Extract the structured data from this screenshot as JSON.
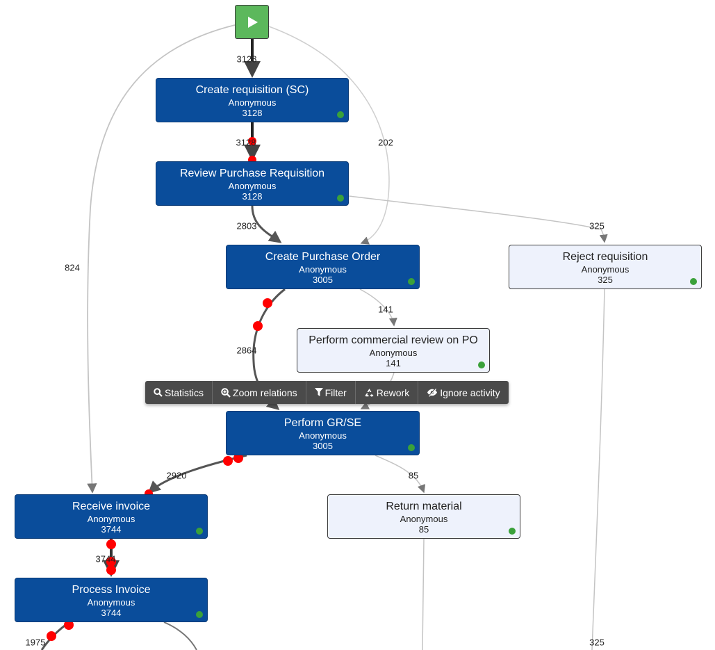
{
  "nodes": {
    "create_requisition": {
      "name": "Create requisition (SC)",
      "user": "Anonymous",
      "count": "3128"
    },
    "review_requisition": {
      "name": "Review Purchase Requisition",
      "user": "Anonymous",
      "count": "3128"
    },
    "create_po": {
      "name": "Create Purchase Order",
      "user": "Anonymous",
      "count": "3005"
    },
    "reject_requisition": {
      "name": "Reject requisition",
      "user": "Anonymous",
      "count": "325"
    },
    "commercial_review": {
      "name": "Perform commercial review on PO",
      "user": "Anonymous",
      "count": "141"
    },
    "perform_gr": {
      "name": "Perform GR/SE",
      "user": "Anonymous",
      "count": "3005"
    },
    "receive_invoice": {
      "name": "Receive invoice",
      "user": "Anonymous",
      "count": "3744"
    },
    "return_material": {
      "name": "Return material",
      "user": "Anonymous",
      "count": "85"
    },
    "process_invoice": {
      "name": "Process Invoice",
      "user": "Anonymous",
      "count": "3744"
    }
  },
  "edge_labels": {
    "start_to_create": "3128",
    "create_to_review": "3128",
    "start_to_po": "202",
    "review_to_po": "2803",
    "review_to_reject": "325",
    "start_to_receive": "824",
    "po_to_review": "141",
    "po_to_gr": "2864",
    "gr_to_receive": "2920",
    "gr_to_return": "85",
    "receive_to_process": "3744",
    "process_out": "1975",
    "reject_out": "325"
  },
  "toolbar": {
    "statistics": "Statistics",
    "zoom_relations": "Zoom relations",
    "filter": "Filter",
    "rework": "Rework",
    "ignore_activity": "Ignore activity"
  },
  "colors": {
    "node_dark": "#0a4d9b",
    "node_light": "#eef2fc",
    "start": "#5cb85c",
    "status_dot": "#3aa13a",
    "bottleneck_dot": "#ff0000",
    "toolbar_bg": "#4a4a4a"
  },
  "icons": {
    "start": "play-icon",
    "statistics": "search-icon",
    "zoom_relations": "zoom-in-icon",
    "filter": "filter-icon",
    "rework": "recycle-icon",
    "ignore_activity": "eye-slash-icon"
  }
}
